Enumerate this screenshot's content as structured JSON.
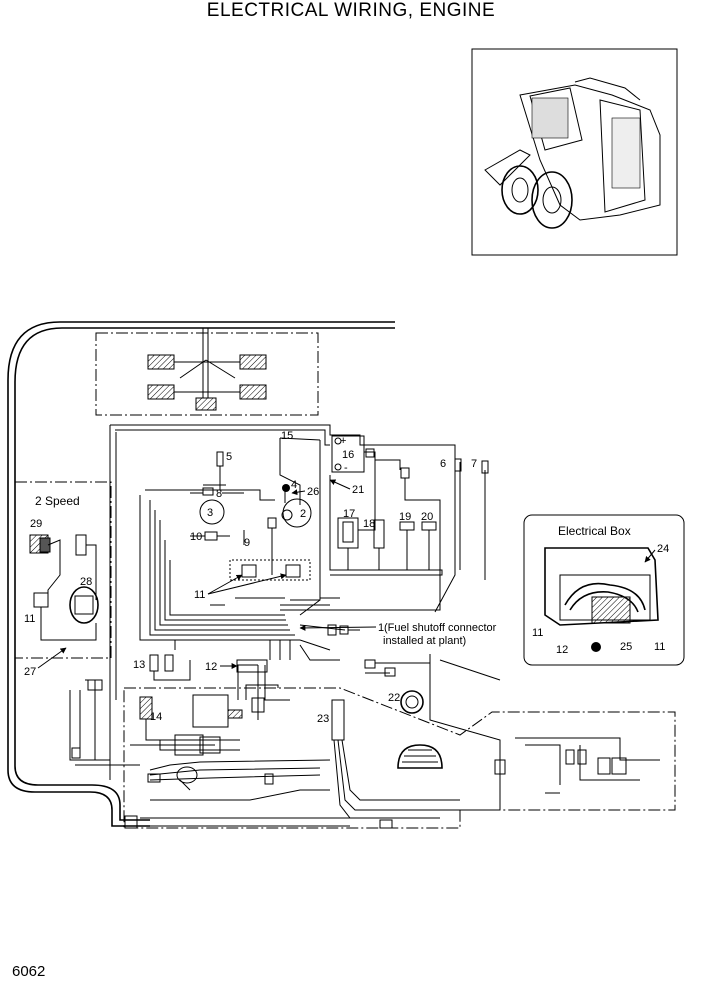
{
  "title": "ELECTRICAL WIRING, ENGINE",
  "page_number": "6062",
  "inset_labels": {
    "two_speed": "2 Speed",
    "electrical_box": "Electrical Box"
  },
  "callouts": {
    "c1": "1",
    "c1_note_line1": "(Fuel shutoff connector",
    "c1_note_line2": "installed at plant)",
    "c2": "2",
    "c3": "3",
    "c4": "4",
    "c5": "5",
    "c6": "6",
    "c7": "7",
    "c8": "8",
    "c9": "9",
    "c10": "10",
    "c11a": "11",
    "c11b": "11",
    "c11c": "11",
    "c11d": "11",
    "c12a": "12",
    "c12b": "12",
    "c13": "13",
    "c14": "14",
    "c15": "15",
    "c16": "16",
    "c17": "17",
    "c18": "18",
    "c19": "19",
    "c20": "20",
    "c21": "21",
    "c22": "22",
    "c23": "23",
    "c24": "24",
    "c25": "25",
    "c26": "26",
    "c27": "27",
    "c28": "28",
    "c29": "29",
    "plus": "+",
    "minus": "-"
  }
}
